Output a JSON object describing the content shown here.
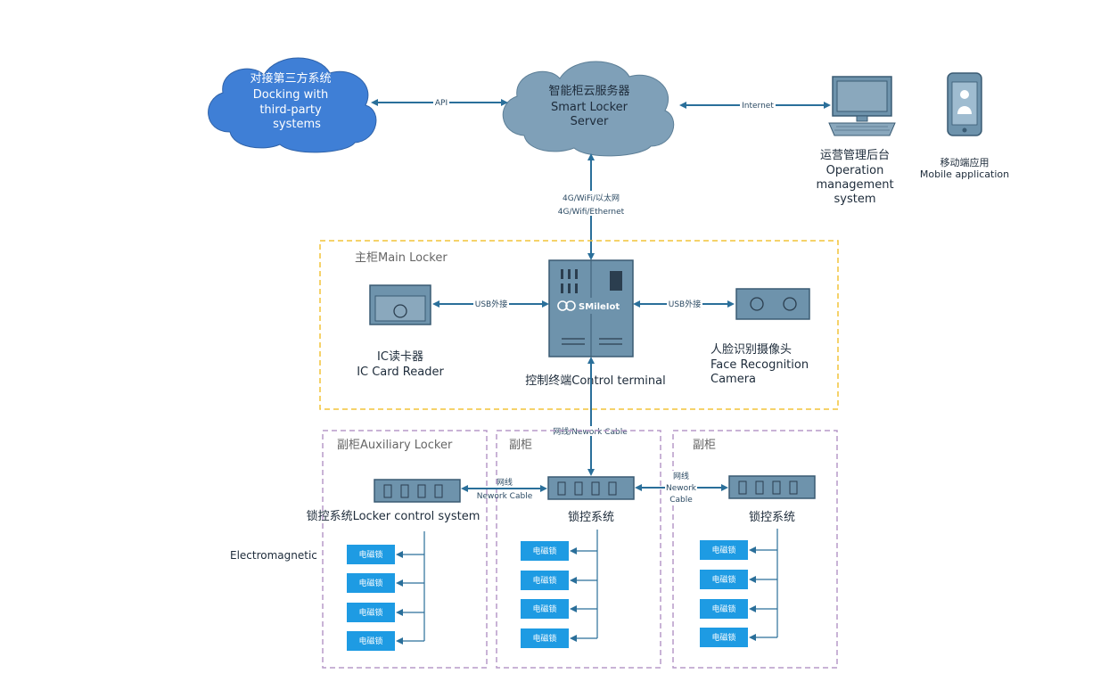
{
  "nodes": {
    "third_party": {
      "line1": "对接第三方系统",
      "line2": "Docking with",
      "line3": "third-party",
      "line4": "systems"
    },
    "server": {
      "line1": "智能柜云服务器",
      "line2": "Smart Locker",
      "line3": "Server"
    },
    "operation": {
      "line1": "运营管理后台",
      "line2": "Operation",
      "line3": "management",
      "line4": "system"
    },
    "mobile": {
      "line1": "移动端应用",
      "line2": "Mobile application"
    },
    "ic_reader": {
      "line1": "IC读卡器",
      "line2": "IC Card Reader"
    },
    "terminal": {
      "label": "控制终端Control terminal",
      "brand": "SMileIot"
    },
    "camera": {
      "line1": "人脸识别摄像头",
      "line2": "Face Recognition",
      "line3": "Camera"
    },
    "electromagnetic": "Electromagnetic"
  },
  "edges": {
    "api": "API",
    "internet": "Internet",
    "net_cn": "4G/WiFi/以太网",
    "net_en": "4G/Wifi/Ethernet",
    "usb_left": "USB外接",
    "usb_right": "USB外接",
    "cable_down": "网线/Nework Cable",
    "cable_left_1": "网线",
    "cable_left_2": "Nework Cable",
    "cable_right_1": "网线",
    "cable_right_2": "Nework",
    "cable_right_3": "Cable"
  },
  "groups": {
    "main": "主柜Main Locker",
    "aux1": "副柜Auxiliary Locker",
    "aux2": "副柜",
    "aux3": "副柜"
  },
  "lockers": [
    {
      "label": "锁控系统Locker control system",
      "locks": [
        "电磁锁",
        "电磁锁",
        "电磁锁",
        "电磁锁"
      ]
    },
    {
      "label": "锁控系统",
      "locks": [
        "电磁锁",
        "电磁锁",
        "电磁锁",
        "电磁锁"
      ]
    },
    {
      "label": "锁控系统",
      "locks": [
        "电磁锁",
        "电磁锁",
        "电磁锁",
        "电磁锁"
      ]
    }
  ],
  "colors": {
    "line": "#2a6f9a",
    "cloud_blue": "#3f7fd6",
    "cloud_gray": "#7fa0b8",
    "device": "#6e93ac",
    "lock": "#1e9be3",
    "main_border": "#f2c338",
    "aux_border": "#b79ac9"
  }
}
